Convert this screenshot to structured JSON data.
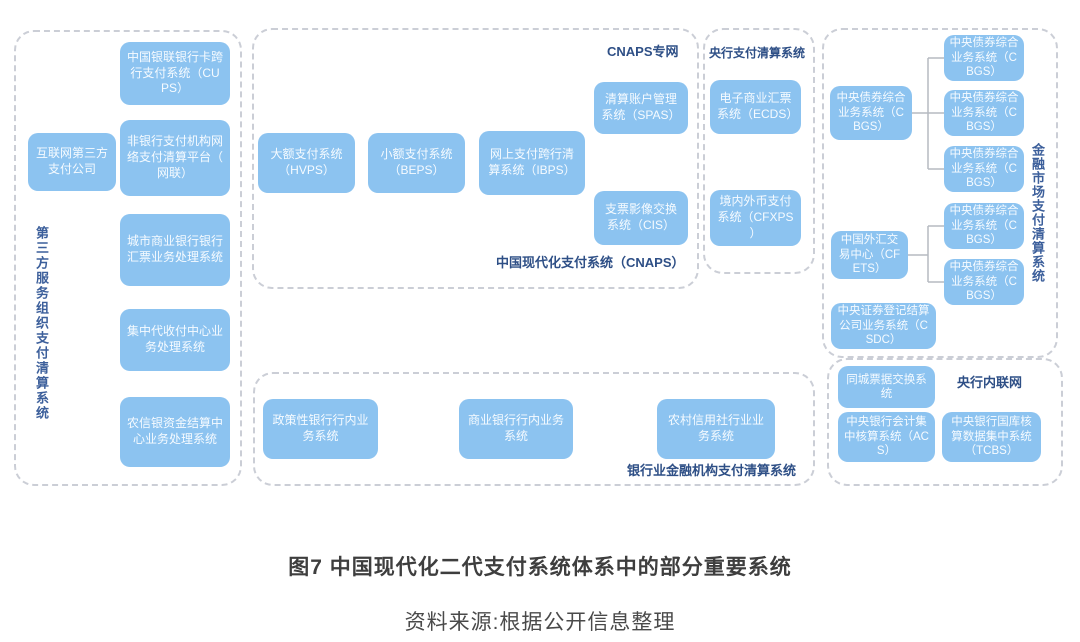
{
  "figure": {
    "title": "图7 中国现代化二代支付系统体系中的部分重要系统",
    "source": "资料来源:根据公开信息整理"
  },
  "colors": {
    "node_fill": "#8cc3f0",
    "node_text": "#f6fbff",
    "group_border": "#cbced6",
    "group_label": "#2e4f86",
    "connector": "#b6bac1",
    "caption": "#3e3e3e"
  },
  "group_labels": {
    "third_party": "第三方服务组织支付清算系统",
    "cnaps_net": "CNAPS专网",
    "cnaps": "中国现代化支付系统（CNAPS）",
    "central_bank": "央行支付清算系统",
    "financial_market": "金融市场支付清算系统",
    "intranet": "央行内联网",
    "banking": "银行业金融机构支付清算系统"
  },
  "nodes": {
    "cups": "中国银联银行卡跨行支付系统（CUPS）",
    "internet": "互联网第三方支付公司",
    "wanglian": "非银行支付机构网络支付清算平台（网联）",
    "city_bank": "城市商业银行银行汇票业务处理系统",
    "collection": "集中代收付中心业务处理系统",
    "rural_credit_fund": "农信银资金结算中心业务处理系统",
    "hvps": "大额支付系统（HVPS）",
    "beps": "小额支付系统（BEPS）",
    "ibps": "网上支付跨行清算系统（IBPS）",
    "spas": "清算账户管理系统（SPAS）",
    "cis": "支票影像交换系统（CIS）",
    "ecds": "电子商业汇票系统（ECDS）",
    "cfxps": "境内外币支付系统（CFXPS）",
    "cbgs": "中央债券综合业务系统（CBGS）",
    "cfets": "中国外汇交易中心（CFETS）",
    "csdc": "中央证券登记结算公司业务系统（CSDC）",
    "tongcheng": "同城票据交换系统",
    "acs": "中央银行会计集中核算系统（ACS）",
    "tcbs": "中央银行国库核算数据集中系统（TCBS）",
    "policy_bank": "政策性银行行内业务系统",
    "commercial_bank": "商业银行行内业务系统",
    "rural_coop": "农村信用社行业业务系统"
  }
}
